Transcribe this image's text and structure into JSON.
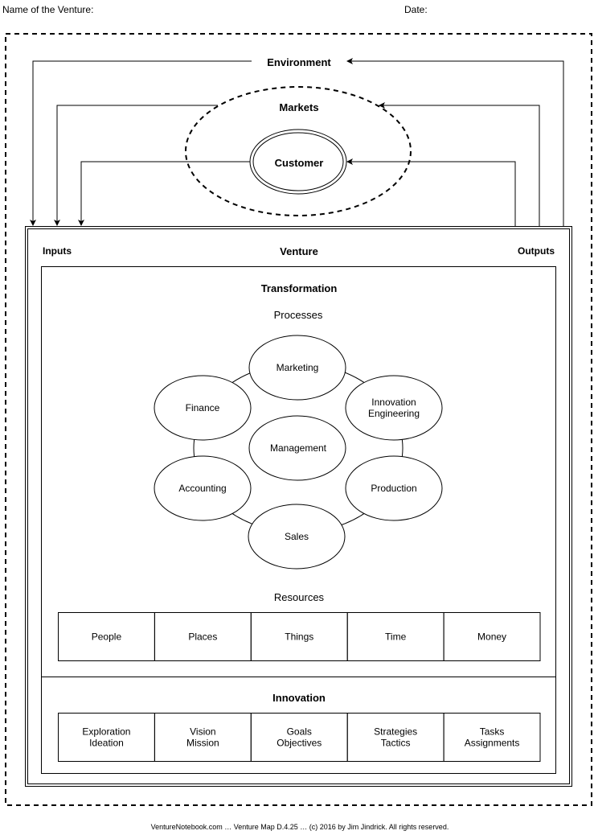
{
  "header": {
    "venture_name_label": "Name of the Venture:",
    "date_label": "Date:"
  },
  "environment": {
    "label": "Environment",
    "markets": {
      "label": "Markets"
    },
    "customer": {
      "label": "Customer"
    }
  },
  "venture": {
    "label": "Venture",
    "inputs_label": "Inputs",
    "outputs_label": "Outputs",
    "transformation": {
      "label": "Transformation",
      "processes": {
        "label": "Processes",
        "center": "Management",
        "ring": [
          {
            "line1": "Marketing",
            "line2": ""
          },
          {
            "line1": "Innovation",
            "line2": "Engineering"
          },
          {
            "line1": "Production",
            "line2": ""
          },
          {
            "line1": "Sales",
            "line2": ""
          },
          {
            "line1": "Accounting",
            "line2": ""
          },
          {
            "line1": "Finance",
            "line2": ""
          }
        ]
      },
      "resources": {
        "label": "Resources",
        "items": [
          "People",
          "Places",
          "Things",
          "Time",
          "Money"
        ]
      }
    },
    "innovation": {
      "label": "Innovation",
      "items": [
        {
          "line1": "Exploration",
          "line2": "Ideation"
        },
        {
          "line1": "Vision",
          "line2": "Mission"
        },
        {
          "line1": "Goals",
          "line2": "Objectives"
        },
        {
          "line1": "Strategies",
          "line2": "Tactics"
        },
        {
          "line1": "Tasks",
          "line2": "Assignments"
        }
      ]
    }
  },
  "footer": {
    "text": "VentureNotebook.com … Venture Map D.4.25 … (c) 2016 by Jim Jindrick. All rights reserved."
  }
}
